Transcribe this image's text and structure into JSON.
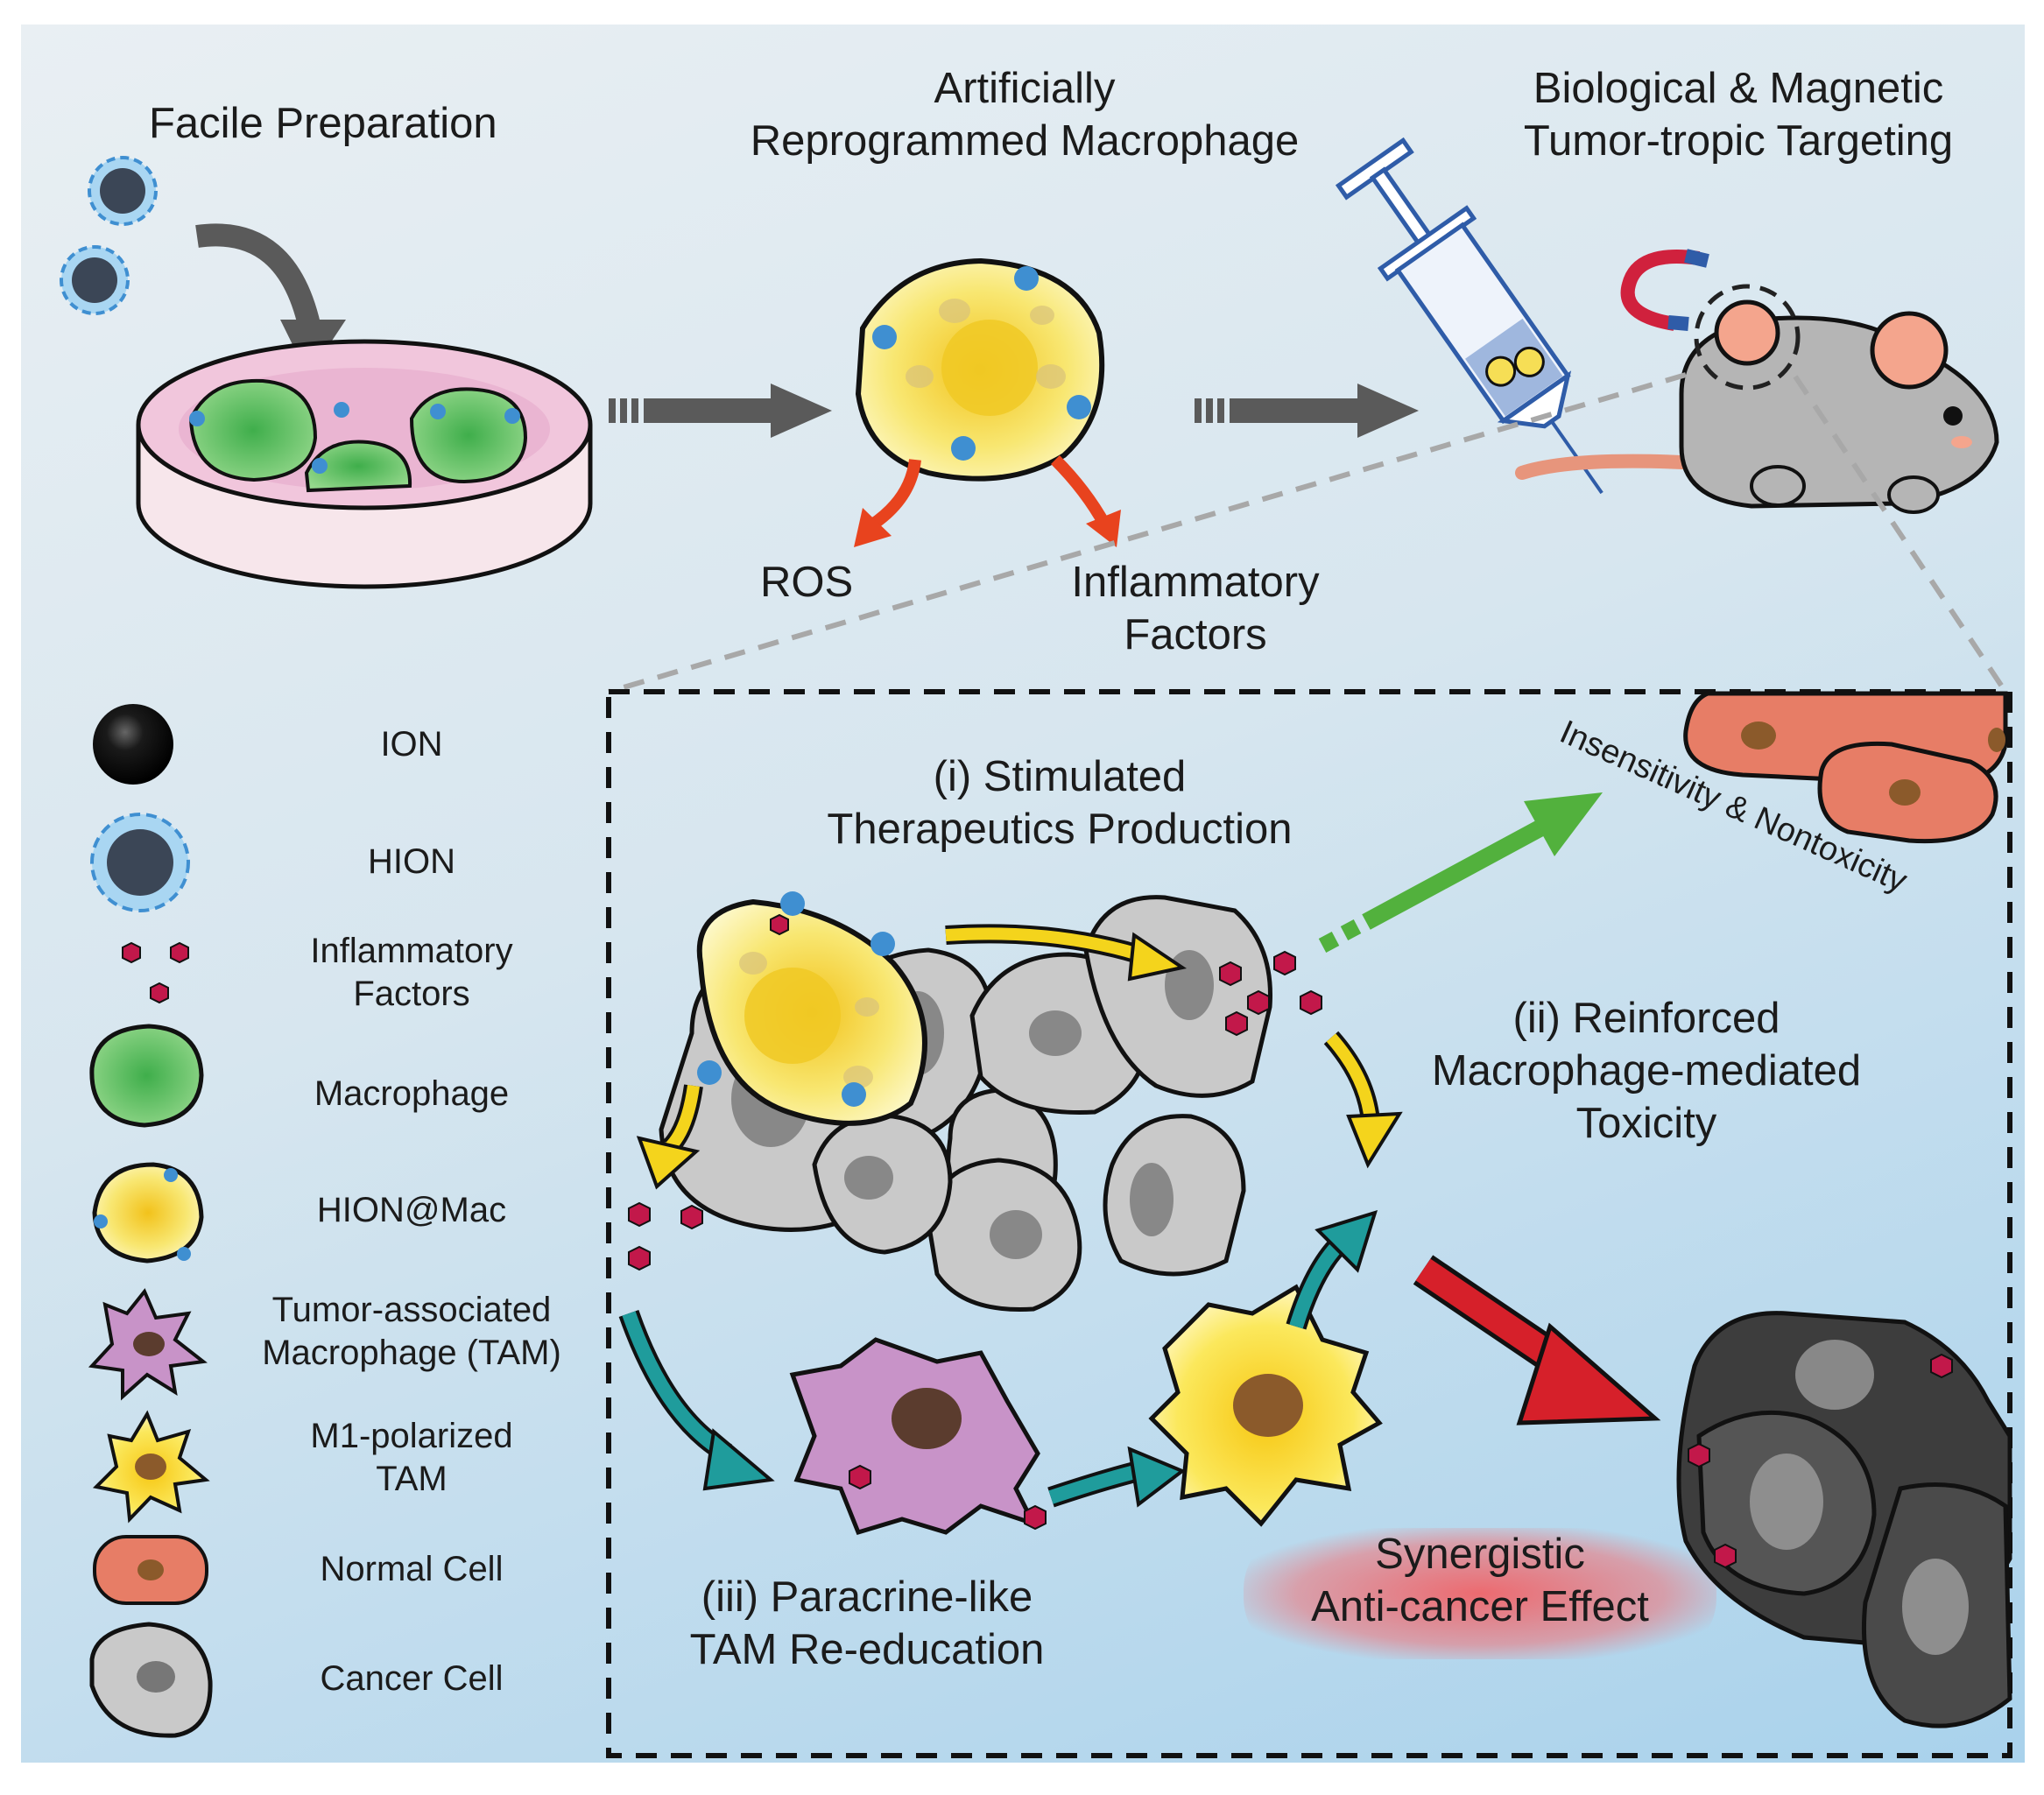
{
  "top": {
    "facile_preparation": "Facile Preparation",
    "artificially_line1": "Artificially",
    "artificially_line2": "Reprogrammed Macrophage",
    "targeting_line1": "Biological & Magnetic",
    "targeting_line2": "Tumor-tropic Targeting",
    "ros": "ROS",
    "inflammatory_line1": "Inflammatory",
    "inflammatory_line2": "Factors"
  },
  "legend": {
    "items": [
      {
        "label": "ION"
      },
      {
        "label": "HION"
      },
      {
        "label": "Inflammatory\nFactors"
      },
      {
        "label": "Macrophage"
      },
      {
        "label": "HION@Mac"
      },
      {
        "label": "Tumor-associated\nMacrophage (TAM)"
      },
      {
        "label": "M1-polarized\nTAM"
      },
      {
        "label": "Normal Cell"
      },
      {
        "label": "Cancer Cell"
      }
    ]
  },
  "mechanism": {
    "stimulated_line1": "(i) Stimulated",
    "stimulated_line2": "Therapeutics Production",
    "reinforced_line1": "(ii) Reinforced",
    "reinforced_line2": "Macrophage-mediated",
    "reinforced_line3": "Toxicity",
    "paracrine_line1": "(iii) Paracrine-like",
    "paracrine_line2": "TAM Re-education",
    "insensitivity": "Insensitivity & Nontoxicity",
    "synergistic_line1": "Synergistic",
    "synergistic_line2": "Anti-cancer Effect"
  },
  "colors": {
    "arrow_gray": "#5a5a5a",
    "arrow_orange": "#e8431e",
    "arrow_green": "#52b13d",
    "arrow_yellow": "#f4d41c",
    "arrow_teal": "#1f9c9c",
    "arrow_red": "#d6202a",
    "hion_blue": "#3f8fd1",
    "macrophage_green": "#5cc15c",
    "hion_mac_yellow": "#f6de55",
    "tam_purple": "#c893c8",
    "normal_cell": "#e77d66",
    "cancer_cell": "#c9c9c9",
    "factor_red": "#c2184a"
  }
}
